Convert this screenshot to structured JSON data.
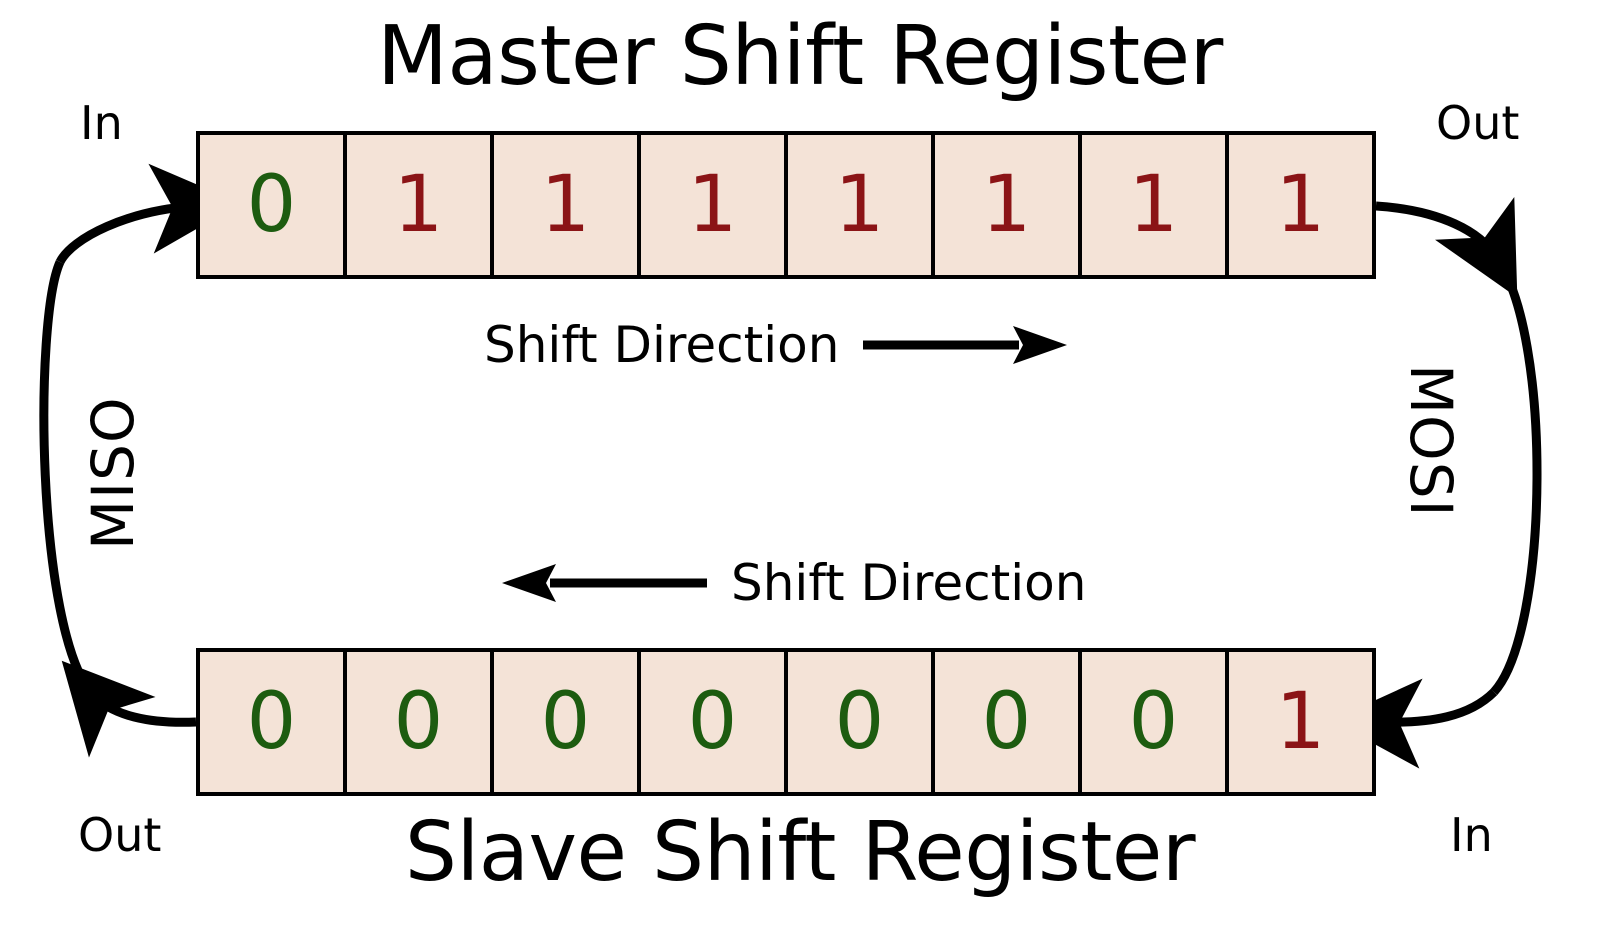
{
  "diagram": {
    "type": "spi-shift-register",
    "background_color": "#ffffff",
    "cell_fill_color": "#f4e3d7",
    "stroke_color": "#000000",
    "zero_color": "#1d5c10",
    "one_color": "#8b1416"
  },
  "master": {
    "title": "Master Shift Register",
    "in_label": "In",
    "out_label": "Out",
    "shift_direction_label": "Shift Direction",
    "shift_direction_arrow": "arrow-right",
    "bits": [
      "0",
      "1",
      "1",
      "1",
      "1",
      "1",
      "1",
      "1"
    ],
    "bit_count": 8
  },
  "slave": {
    "title": "Slave Shift Register",
    "in_label": "In",
    "out_label": "Out",
    "shift_direction_label": "Shift Direction",
    "shift_direction_arrow": "arrow-left",
    "bits": [
      "0",
      "0",
      "0",
      "0",
      "0",
      "0",
      "0",
      "1"
    ],
    "bit_count": 8
  },
  "buses": {
    "miso": {
      "label": "MISO",
      "from": "Out",
      "to": "In",
      "orientation": "vertical-left",
      "arrow": "arrow-curved"
    },
    "mosi": {
      "label": "MOSI",
      "from": "Out",
      "to": "In",
      "orientation": "vertical-right",
      "arrow": "arrow-curved"
    }
  }
}
